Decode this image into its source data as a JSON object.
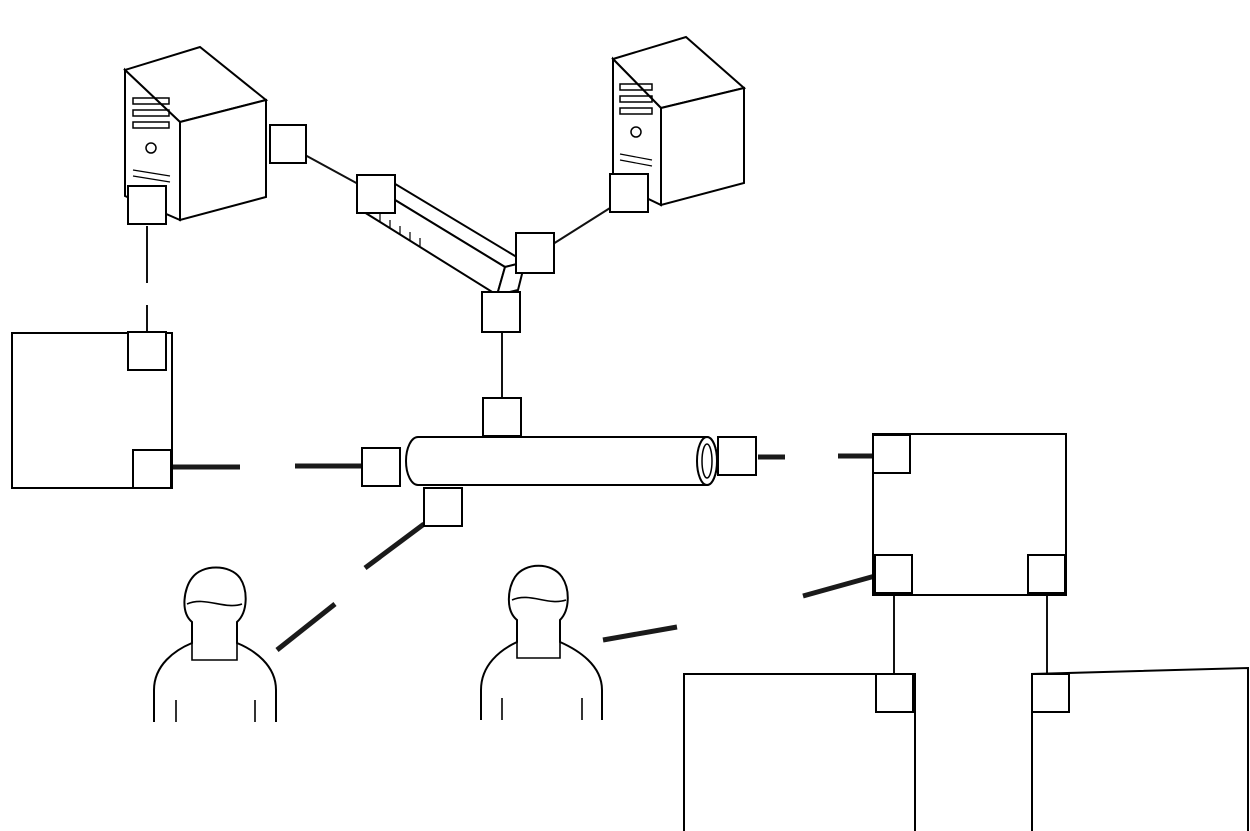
{
  "diagram": {
    "type": "network-topology",
    "nodes": [
      {
        "id": "server-1",
        "kind": "tower-server"
      },
      {
        "id": "server-2",
        "kind": "tower-server"
      },
      {
        "id": "switch",
        "kind": "switch"
      },
      {
        "id": "bus",
        "kind": "backbone-cylinder"
      },
      {
        "id": "box-left",
        "kind": "empty-box"
      },
      {
        "id": "box-right",
        "kind": "empty-box"
      },
      {
        "id": "box-bottom-1",
        "kind": "empty-box"
      },
      {
        "id": "box-bottom-2",
        "kind": "empty-box"
      },
      {
        "id": "user-1",
        "kind": "person"
      },
      {
        "id": "user-2",
        "kind": "person"
      }
    ],
    "links": [
      {
        "from": "server-1",
        "to": "switch",
        "style": "thin"
      },
      {
        "from": "server-2",
        "to": "switch",
        "style": "thin"
      },
      {
        "from": "switch",
        "to": "bus",
        "style": "thin"
      },
      {
        "from": "server-1",
        "to": "box-left",
        "style": "thin-broken"
      },
      {
        "from": "box-left",
        "to": "bus",
        "style": "thick-broken"
      },
      {
        "from": "bus",
        "to": "box-right",
        "style": "thick-broken"
      },
      {
        "from": "bus",
        "to": "user-1",
        "style": "thick-broken"
      },
      {
        "from": "user-2",
        "to": "box-right",
        "style": "thick-broken"
      },
      {
        "from": "box-right",
        "to": "box-right",
        "style": "thick-internal"
      },
      {
        "from": "box-right",
        "to": "box-bottom-1",
        "style": "thin"
      },
      {
        "from": "box-right",
        "to": "box-bottom-2",
        "style": "thin"
      }
    ]
  }
}
